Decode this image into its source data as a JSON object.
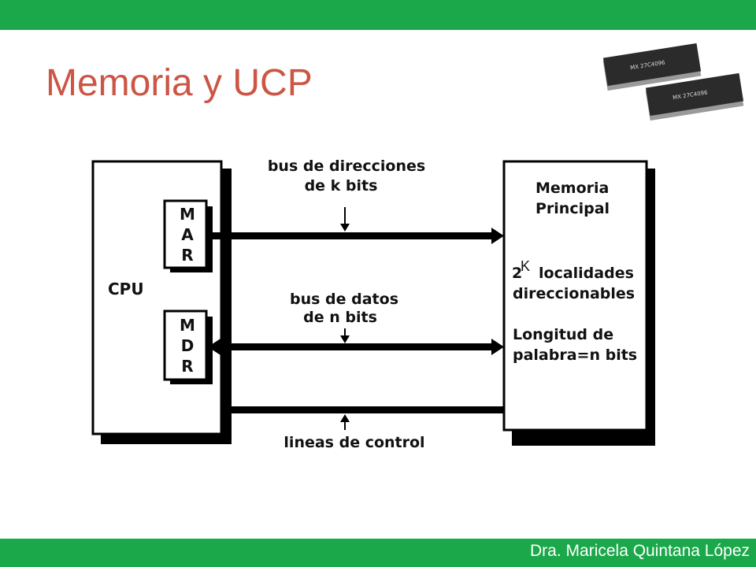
{
  "slide": {
    "title": "Memoria y UCP",
    "author": "Dra. Maricela Quintana López"
  },
  "colors": {
    "bar": "#1aa84a",
    "title": "#cc5544"
  },
  "diagram": {
    "cpu_label": "CPU",
    "mar_letters": [
      "M",
      "A",
      "R"
    ],
    "mdr_letters": [
      "M",
      "D",
      "R"
    ],
    "memory_title": [
      "Memoria",
      "Principal"
    ],
    "locations": {
      "base": "2",
      "exponent": "K",
      "line1_rest": "localidades",
      "line2": "direccionables"
    },
    "word_length": [
      "Longitud de",
      "palabra=n bits"
    ],
    "address_bus": [
      "bus de direcciones",
      "de k bits"
    ],
    "data_bus": [
      "bus de datos",
      "de n bits"
    ],
    "control_lines": "lineas de control"
  },
  "icons": {
    "chips": "memory-chips-icon"
  }
}
